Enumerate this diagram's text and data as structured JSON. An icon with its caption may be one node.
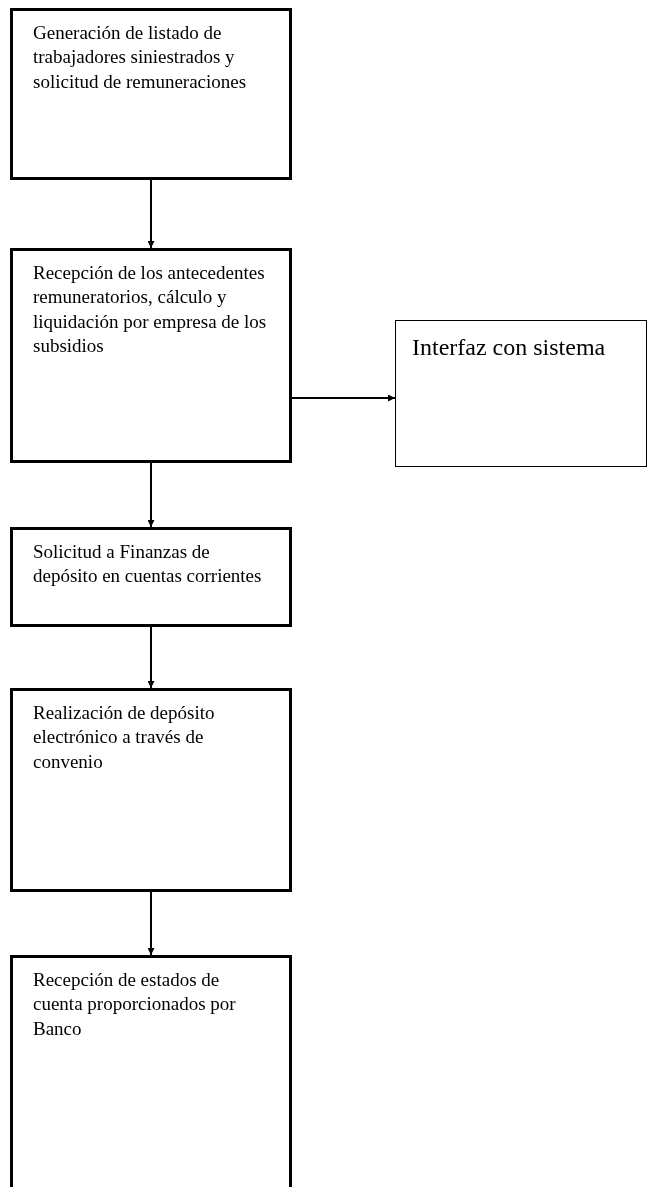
{
  "diagram": {
    "nodes": [
      {
        "text": [
          "Generación de listado de trabajadores siniestrados y solicitud de remuneraciones"
        ]
      },
      {
        "text": [
          "Recepción de los antecedentes remuneratorios, cálculo y liquidación por empresa de los subsidios"
        ]
      },
      {
        "text": [
          "Interfaz con sistema"
        ]
      },
      {
        "text": [
          "Solicitud a Finanzas de depósito en cuentas corrientes"
        ]
      },
      {
        "text": [
          "Realización de depósito electrónico a través de convenio"
        ]
      },
      {
        "text": [
          "Recepción de estados de cuenta proporcionados por Banco"
        ]
      }
    ],
    "edges": [
      {
        "from": 0,
        "to": 1,
        "arrow": "to"
      },
      {
        "from": 1,
        "to": 2,
        "arrow": "to"
      },
      {
        "from": 1,
        "to": 3,
        "arrow": "to"
      },
      {
        "from": 3,
        "to": 4,
        "arrow": "to"
      },
      {
        "from": 4,
        "to": 5,
        "arrow": "to"
      }
    ]
  }
}
